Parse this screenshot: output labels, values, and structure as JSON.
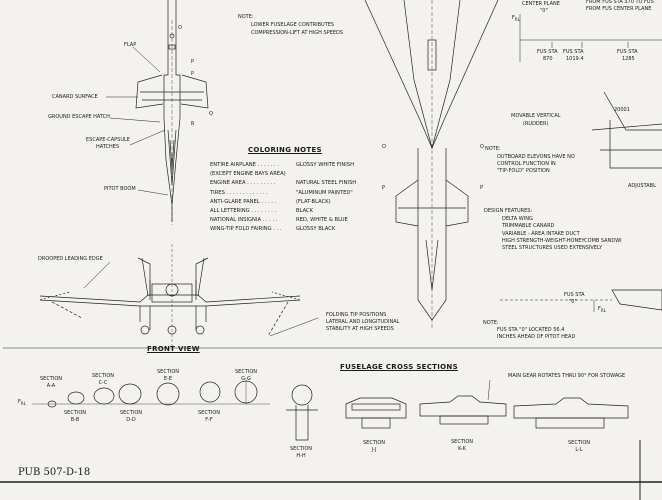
{
  "sheet": {
    "id": "PUB 507-D-18"
  },
  "callouts": {
    "flap": "FLAP",
    "canard_surface": "CANARD SURFACE",
    "ground_hatch": "GROUND ESCAPE HATCH",
    "escape_capsule_1": "ESCAPE-CAPSULE",
    "escape_capsule_2": "HATCHES",
    "pitot_boom": "PITOT BOOM",
    "drooped_edge": "DROOPED LEADING EDGE",
    "folding_tip_1": "FOLDING TIP POSITIONS",
    "folding_tip_2": "LATERAL AND LONGITUDINAL",
    "folding_tip_3": "STABILITY AT HIGH SPEEDS",
    "movable_vertical_1": "MOVABLE VERTICAL",
    "movable_vertical_2": "(RUDDER)",
    "adjustable": "ADJUSTABL",
    "main_gear": "MAIN GEAR ROTATES THRU 90° FOR STOWAGE",
    "serial": "20001"
  },
  "notes": {
    "top_1": "NOTE:",
    "top_2": "LOWER FUSELAGE CONTRIBUTES",
    "top_3": "COMPRESSION-LIFT AT HIGH SPEEDS",
    "elevon_1": "NOTE:",
    "elevon_2": "OUTBOARD ELEVONS HAVE NO",
    "elevon_3": "CONTROL FUNCTION IN",
    "elevon_4": "\"TIP-FOLD\" POSITION",
    "fus_1": "NOTE:",
    "fus_2": "FUS STA \"0\" LOCATED 56.4",
    "fus_3": "INCHES AHEAD OF PITOT HEAD"
  },
  "stations": {
    "center_plane": "CENTER PLANE",
    "zero": "\"0\"",
    "from_1": "FROM FUS STA 370 TO FUS",
    "from_2": "FROM FUS CENTER PLANE",
    "sta_870_a": "FUS STA",
    "sta_870_b": "870",
    "sta_1019_a": "FUS STA",
    "sta_1019_b": "1019.4",
    "sta_1285_a": "FUS STA",
    "sta_1285_b": "1285",
    "sta_0_a": "FUS STA",
    "sta_0_b": "\"0\"",
    "fr_top": "F",
    "fr_top_sub": "RL",
    "fr_mid": "F",
    "fr_mid_sub": "RL",
    "fr_left": "F",
    "fr_left_sub": "RL"
  },
  "coloring": {
    "title": "COLORING NOTES",
    "rows": [
      {
        "item": "ENTIRE AIRPLANE",
        "dots": " . . . . . . . ",
        "value": "GLOSSY WHITE FINISH"
      },
      {
        "item": "(EXCEPT ENGINE BAYS AREA)",
        "dots": "",
        "value": ""
      },
      {
        "item": "ENGINE AREA",
        "dots": " . . . . . . . . . ",
        "value": "NATURAL STEEL FINISH"
      },
      {
        "item": "TIRES",
        "dots": " . . . . . . . . . . . . . ",
        "value": "\"ALUMINUM PAINTED\""
      },
      {
        "item": "ANTI-GLARE PANEL",
        "dots": " . . . . . ",
        "value": "(FLAT-BLACK)"
      },
      {
        "item": "ALL LETTERING",
        "dots": " . . . . . . . . ",
        "value": "BLACK"
      },
      {
        "item": "NATIONAL INSIGNIA",
        "dots": " . . . . . ",
        "value": "RED, WHITE & BLUE"
      },
      {
        "item": "WING-TIP FOLD FAIRING",
        "dots": " . . . ",
        "value": "GLOSSY BLACK"
      }
    ]
  },
  "design": {
    "title": "DESIGN FEATURES:",
    "items": [
      "DELTA WING",
      "TRIMMABLE CANARD",
      "VARIABLE - AREA INTAKE DUCT",
      "HIGH STRENGTH-WEIGHT-HONEYCOMB SANDWI",
      "STEEL STRUCTURES USED EXTENSIVELY"
    ]
  },
  "views": {
    "front_view": "FRONT VIEW",
    "cross_sections": "FUSELAGE CROSS SECTIONS"
  },
  "sections": [
    {
      "name": "SECTION",
      "code": "A-A"
    },
    {
      "name": "SECTION",
      "code": "B-B"
    },
    {
      "name": "SECTION",
      "code": "C-C"
    },
    {
      "name": "SECTION",
      "code": "D-D"
    },
    {
      "name": "SECTION",
      "code": "E-E"
    },
    {
      "name": "SECTION",
      "code": "F-F"
    },
    {
      "name": "SECTION",
      "code": "G-G"
    },
    {
      "name": "SECTION",
      "code": "H-H"
    },
    {
      "name": "SECTION",
      "code": "J-J"
    },
    {
      "name": "SECTION",
      "code": "K-K"
    },
    {
      "name": "SECTION",
      "code": "L-L"
    }
  ],
  "section_marks": {
    "left_P": "P",
    "left_Q": "Q",
    "left_O": "O",
    "left_P2": "P",
    "left_R": "R",
    "mid_O": "O",
    "mid_P": "P",
    "mid_O2": "O",
    "mid_P2": "P"
  },
  "style": {
    "ink": "#1a1a1a",
    "paper": "#f3f2ee"
  }
}
